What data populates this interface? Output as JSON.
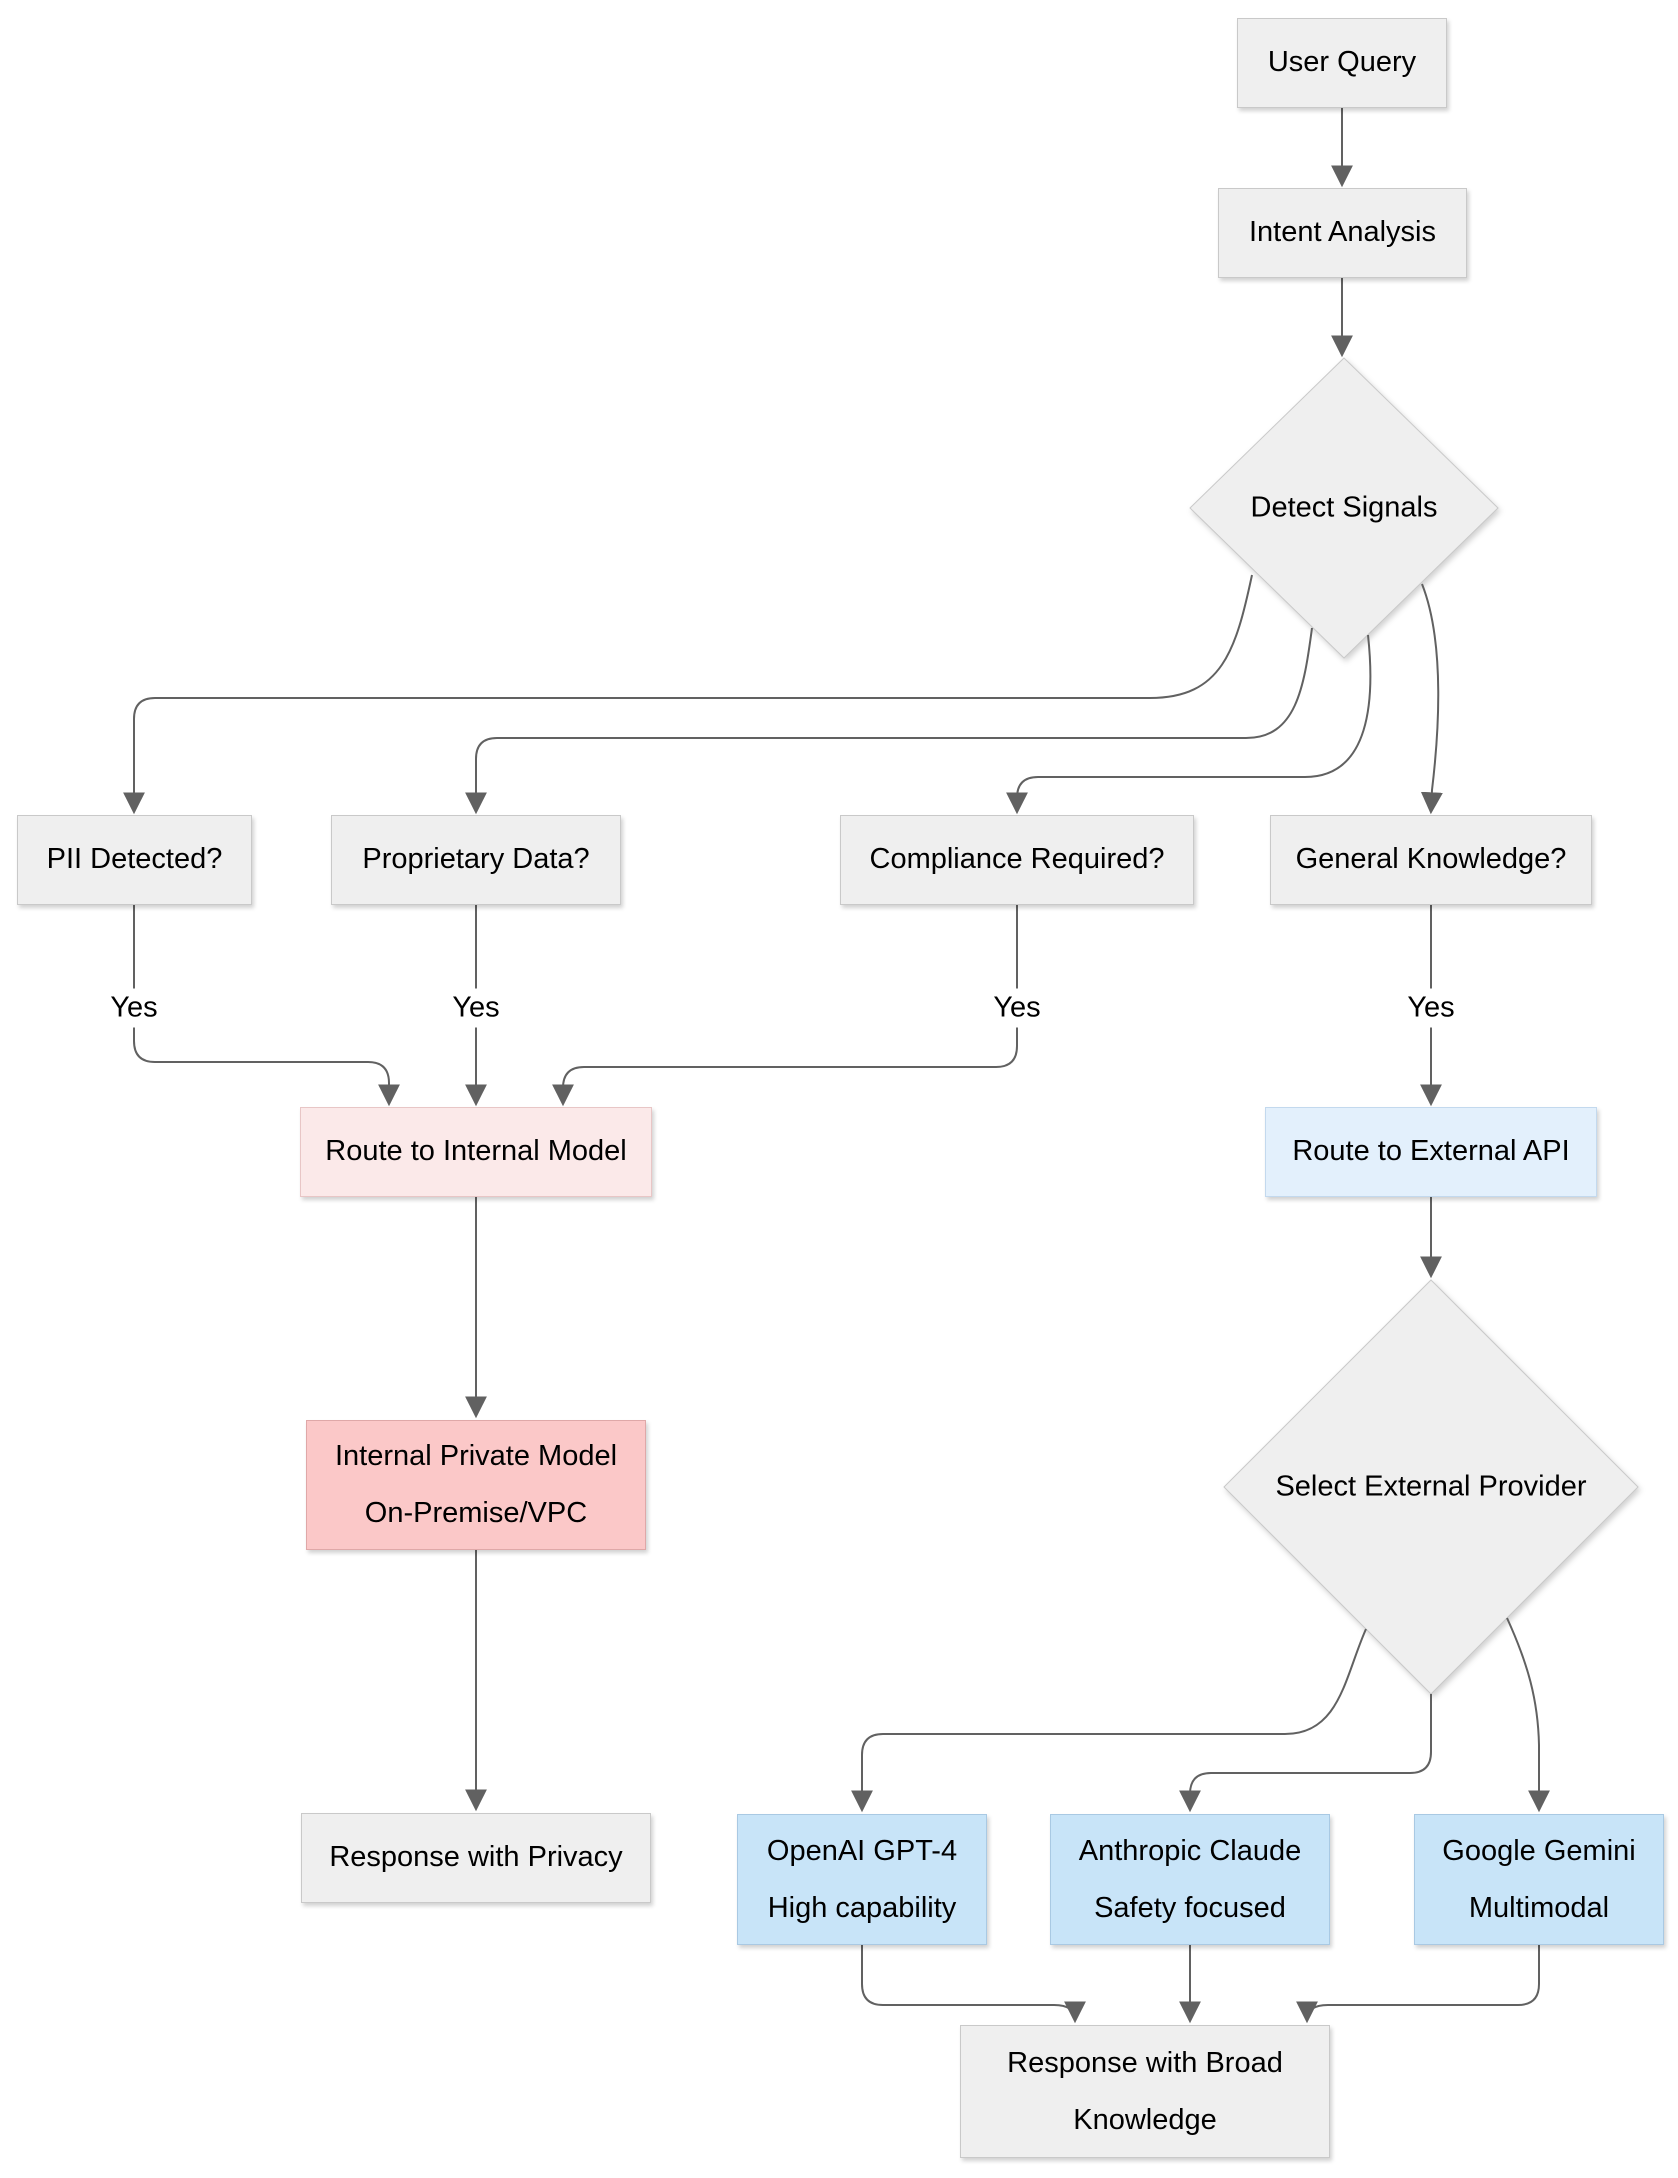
{
  "diagram": {
    "type": "flowchart",
    "background": "#ffffff",
    "colors": {
      "edge-color": "#616161",
      "node-fill": "#efefef",
      "node-border": "#c9c9c9",
      "pink-light-fill": "#fbe9e9",
      "pink-light-border": "#e8c6c6",
      "pink-fill": "#fbc8c8",
      "pink-border": "#dfa8a8",
      "blue-light-fill": "#e3f0fc",
      "blue-light-border": "#c3d9ee",
      "blue-fill": "#c8e4f8",
      "blue-border": "#a9c9e3",
      "text": "#000000"
    },
    "nodes": {
      "user_query": {
        "label": "User Query"
      },
      "intent_analysis": {
        "label": "Intent Analysis"
      },
      "detect_signals": {
        "label": "Detect Signals"
      },
      "pii": {
        "label": "PII Detected?"
      },
      "proprietary": {
        "label": "Proprietary Data?"
      },
      "compliance": {
        "label": "Compliance Required?"
      },
      "general": {
        "label": "General Knowledge?"
      },
      "route_internal": {
        "label": "Route to Internal Model"
      },
      "route_external": {
        "label": "Route to External API"
      },
      "internal_model": {
        "line1": "Internal Private Model",
        "line2": "On-Premise/VPC"
      },
      "select_provider": {
        "label": "Select External Provider"
      },
      "response_privacy": {
        "label": "Response with Privacy"
      },
      "openai": {
        "line1": "OpenAI GPT-4",
        "line2": "High capability"
      },
      "anthropic": {
        "line1": "Anthropic Claude",
        "line2": "Safety focused"
      },
      "google": {
        "line1": "Google Gemini",
        "line2": "Multimodal"
      },
      "response_broad": {
        "line1": "Response with Broad",
        "line2": "Knowledge"
      }
    },
    "edge_labels": {
      "pii_yes": "Yes",
      "proprietary_yes": "Yes",
      "compliance_yes": "Yes",
      "general_yes": "Yes"
    }
  }
}
